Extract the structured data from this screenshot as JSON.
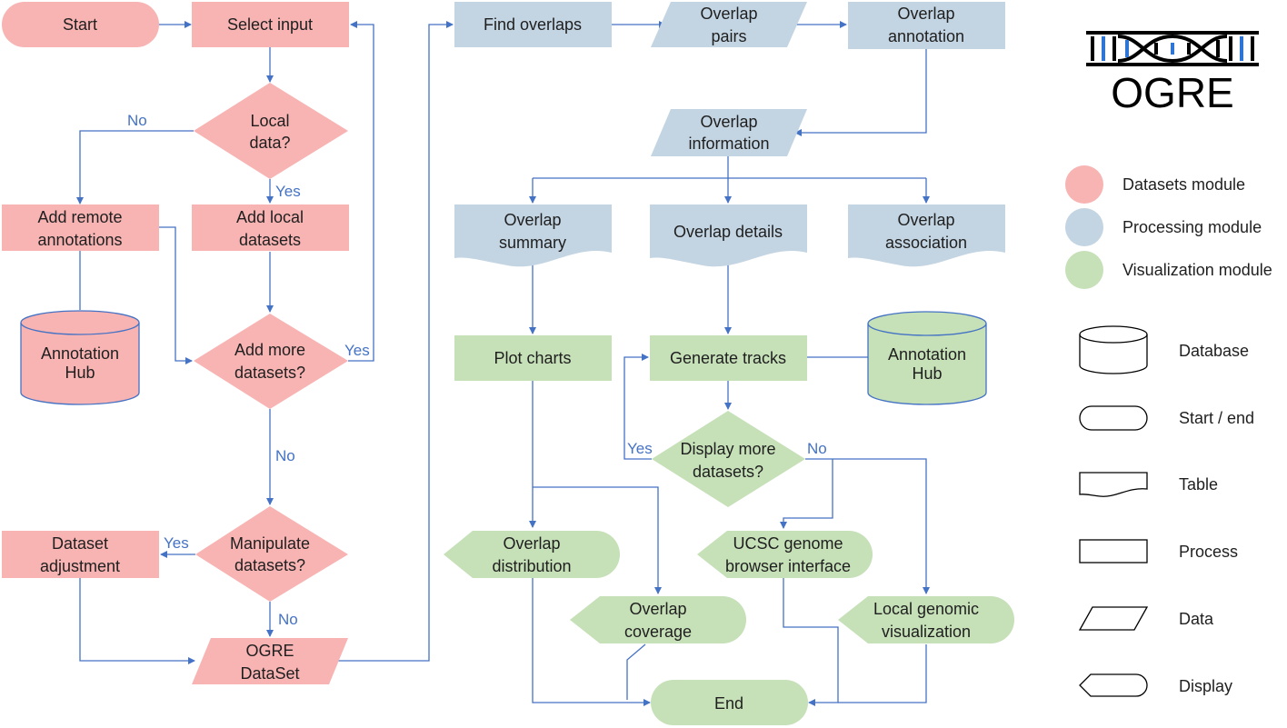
{
  "logo": {
    "text": "OGRE"
  },
  "colors": {
    "datasets": "#f8b3b3",
    "processing": "#c3d4e2",
    "visualization": "#c6e0b8",
    "arrow": "#4472c4"
  },
  "nodes": {
    "start": [
      "Start"
    ],
    "select_input": [
      "Select input"
    ],
    "local_data": [
      "Local",
      "data?"
    ],
    "add_remote": [
      "Add remote",
      "annotations"
    ],
    "add_local": [
      "Add local",
      "datasets"
    ],
    "annotation_hub_left": [
      "Annotation",
      "Hub"
    ],
    "add_more": [
      "Add more",
      "datasets?"
    ],
    "manipulate": [
      "Manipulate",
      "datasets?"
    ],
    "dataset_adjustment": [
      "Dataset",
      "adjustment"
    ],
    "ogre_dataset": [
      "OGRE",
      "DataSet"
    ],
    "find_overlaps": [
      "Find overlaps"
    ],
    "overlap_pairs": [
      "Overlap",
      "pairs"
    ],
    "overlap_annotation": [
      "Overlap",
      "annotation"
    ],
    "overlap_information": [
      "Overlap",
      "information"
    ],
    "overlap_summary": [
      "Overlap",
      "summary"
    ],
    "overlap_details": [
      "Overlap details"
    ],
    "overlap_association": [
      "Overlap",
      "association"
    ],
    "plot_charts": [
      "Plot charts"
    ],
    "generate_tracks": [
      "Generate tracks"
    ],
    "annotation_hub_right": [
      "Annotation",
      "Hub"
    ],
    "display_more": [
      "Display more",
      "datasets?"
    ],
    "overlap_distribution": [
      "Overlap",
      "distribution"
    ],
    "overlap_coverage": [
      "Overlap",
      "coverage"
    ],
    "ucsc": [
      "UCSC genome",
      "browser interface"
    ],
    "local_genomic": [
      "Local genomic",
      "visualization"
    ],
    "end": [
      "End"
    ]
  },
  "edge_labels": {
    "local_no": "No",
    "local_yes": "Yes",
    "add_more_yes": "Yes",
    "add_more_no": "No",
    "manip_yes": "Yes",
    "manip_no": "No",
    "display_yes": "Yes",
    "display_no": "No"
  },
  "legend": {
    "modules": [
      "Datasets module",
      "Processing module",
      "Visualization module"
    ],
    "shapes": [
      "Database",
      "Start / end",
      "Table",
      "Process",
      "Data",
      "Display"
    ]
  }
}
